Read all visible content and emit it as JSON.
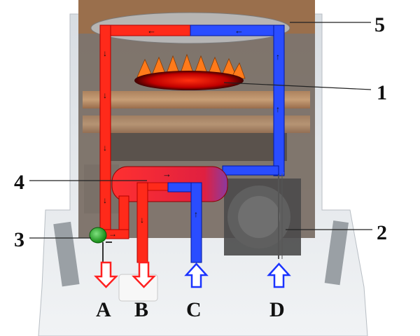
{
  "callouts": [
    {
      "id": "1",
      "text": "1"
    },
    {
      "id": "2",
      "text": "2"
    },
    {
      "id": "3",
      "text": "3"
    },
    {
      "id": "4",
      "text": "4"
    },
    {
      "id": "5",
      "text": "5"
    }
  ],
  "connections": [
    {
      "id": "A",
      "text": "A",
      "flow": "out",
      "color": "#ff2020"
    },
    {
      "id": "B",
      "text": "B",
      "flow": "out",
      "color": "#ff2020"
    },
    {
      "id": "C",
      "text": "C",
      "flow": "in",
      "color": "#1a33ff"
    },
    {
      "id": "D",
      "text": "D",
      "flow": "in",
      "color": "#1a33ff"
    }
  ],
  "colors": {
    "hot_pipe": "#ff2a1a",
    "cold_pipe": "#2a4dff",
    "burner_flame": "#ff7a1a",
    "gas_valve": "#22b022",
    "casing": "#e8ecef",
    "background": "#ffffff"
  },
  "icons": {
    "burner": "burner-icon",
    "heat_exchanger": "heat-exchanger-icon",
    "pump": "pump-icon",
    "valve": "gas-valve-icon",
    "arrows": "flow-arrow-icon"
  }
}
